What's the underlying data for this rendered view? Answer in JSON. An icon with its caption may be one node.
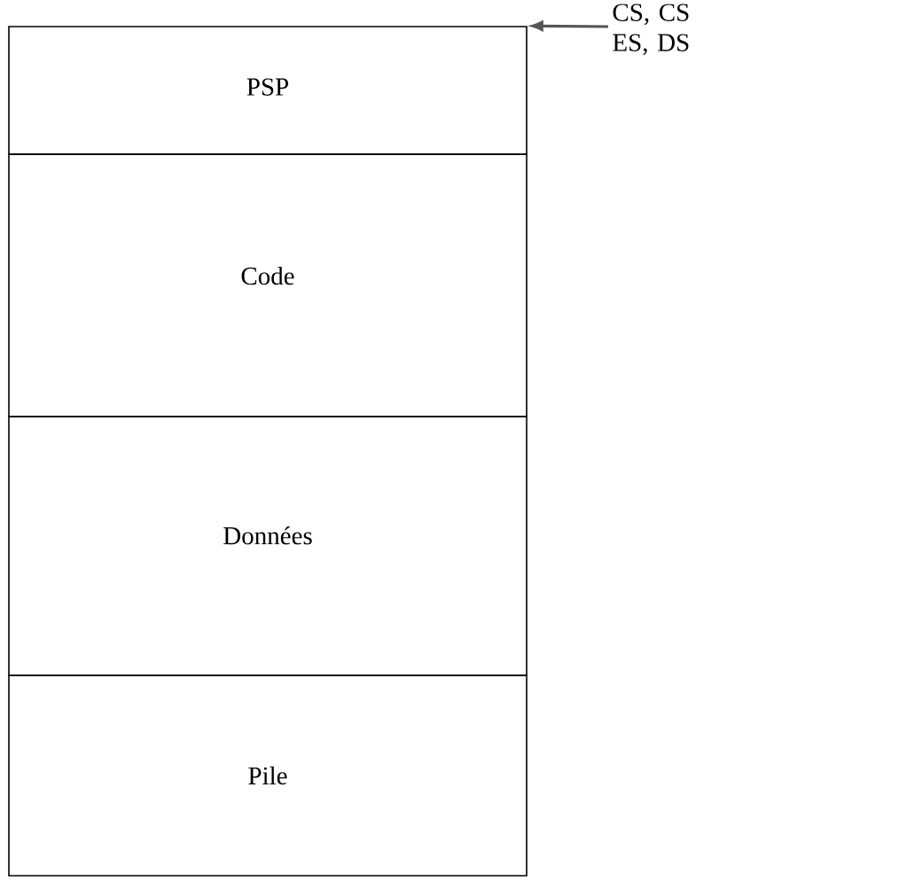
{
  "diagram": {
    "nodes": [
      {
        "text": [
          "PSP"
        ]
      },
      {
        "text": [
          "Code"
        ]
      },
      {
        "text": [
          "Données"
        ]
      },
      {
        "text": [
          "Pile"
        ]
      },
      {
        "text": [
          "CS, CS ES, DS"
        ]
      }
    ],
    "edges": [
      {
        "from": 4,
        "to": 0,
        "arrow": "to"
      }
    ]
  }
}
